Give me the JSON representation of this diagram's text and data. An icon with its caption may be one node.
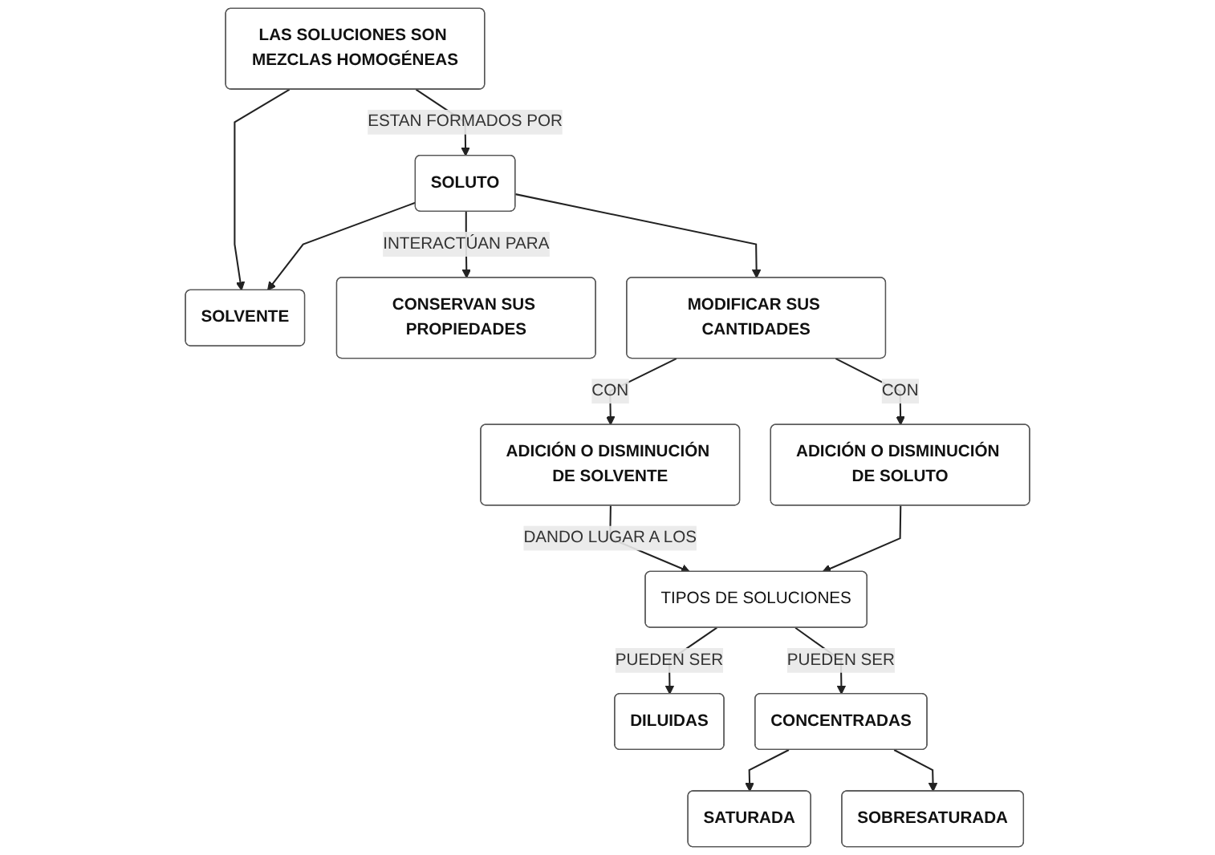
{
  "diagram": {
    "nodes": [
      {
        "text": [
          "LAS SOLUCIONES SON MEZCLAS HOMOGÉNEAS"
        ]
      },
      {
        "text": [
          "SOLUTO"
        ]
      },
      {
        "text": [
          "SOLVENTE"
        ]
      },
      {
        "text": [
          "CONSERVAN SUS PROPIEDADES"
        ]
      },
      {
        "text": [
          "MODIFICAR SUS CANTIDADES"
        ]
      },
      {
        "text": [
          "ADICIÓN O DISMINUCIÓN DE SOLVENTE"
        ]
      },
      {
        "text": [
          "ADICIÓN O DISMINUCIÓN DE SOLUTO"
        ]
      },
      {
        "text": [
          "TIPOS DE SOLUCIONES"
        ]
      },
      {
        "text": [
          "DILUIDAS"
        ]
      },
      {
        "text": [
          "CONCENTRADAS"
        ]
      },
      {
        "text": [
          "SATURADA"
        ]
      },
      {
        "text": [
          "SOBRESATURADA"
        ]
      }
    ],
    "edges": [
      {
        "from": 0,
        "to": 1,
        "arrow": "to",
        "label": "ESTAN FORMADOS POR"
      },
      {
        "from": 0,
        "to": 2,
        "arrow": "to"
      },
      {
        "from": 1,
        "to": 2,
        "arrow": "to"
      },
      {
        "from": 1,
        "to": 3,
        "arrow": "to",
        "label": "INTERACTÚAN PARA"
      },
      {
        "from": 1,
        "to": 4,
        "arrow": "to"
      },
      {
        "from": 4,
        "to": 5,
        "arrow": "to",
        "label": "CON"
      },
      {
        "from": 4,
        "to": 6,
        "arrow": "to",
        "label": "CON"
      },
      {
        "from": 5,
        "to": 7,
        "arrow": "to",
        "label": "DANDO LUGAR A LOS"
      },
      {
        "from": 6,
        "to": 7,
        "arrow": "to"
      },
      {
        "from": 7,
        "to": 8,
        "arrow": "to",
        "label": "PUEDEN SER"
      },
      {
        "from": 7,
        "to": 9,
        "arrow": "to",
        "label": "PUEDEN SER"
      },
      {
        "from": 9,
        "to": 10,
        "arrow": "to"
      },
      {
        "from": 9,
        "to": 11,
        "arrow": "to"
      }
    ]
  }
}
